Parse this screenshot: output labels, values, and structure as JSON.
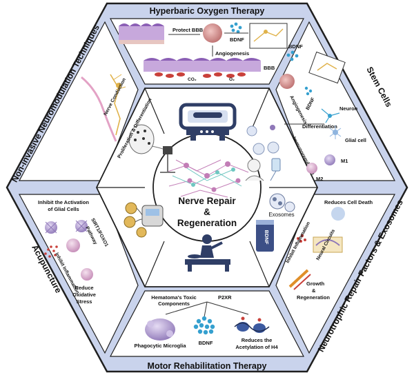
{
  "sections": {
    "top": {
      "title": "Hyperbaric Oxygen Therapy",
      "labels": {
        "protect_bbb": "Protect BBB",
        "bdnf": "BDNF",
        "angiogenesis": "Angiogenesis",
        "bbb": "BBB",
        "co2": "CO₂",
        "o2": "O₂"
      }
    },
    "upper_right": {
      "title": "Stem Cells",
      "labels": {
        "bdnf_top": "BDNF",
        "bdnf_mid": "BDNF",
        "angiogenesis": "Angiogenesis",
        "differentiation": "Differentiation",
        "neuron": "Neuron",
        "glial_cell": "Glial cell",
        "immunoregulation": "Immunoregulation",
        "m1": "M1",
        "m2": "M2"
      }
    },
    "lower_right": {
      "title": "Neurotrophic Repair Factors & Exosomes",
      "labels": {
        "reduces_cell_death": "Reduces Cell Death",
        "exosomes": "Exosomes",
        "bdnf": "BDNF",
        "inhibit_inflammation": "Inhibit Inflammation",
        "neural_circuits": "Neural Circuits",
        "growth": "Growth",
        "amp": "&",
        "regeneration": "Regeneration"
      }
    },
    "bottom": {
      "title": "Motor Rehabilitation Therapy",
      "labels": {
        "hematoma_line1": "Hematoma's Toxic",
        "hematoma_line2": "Components",
        "p2xr": "P2XR",
        "phagocytic_microglia": "Phagocytic Microglia",
        "bdnf": "BDNF",
        "acetylation_line1": "Reduces the",
        "acetylation_line2": "Acetylation of H4"
      }
    },
    "lower_left": {
      "title": "Acupuncture",
      "labels": {
        "inhibit_line1": "Inhibit the Activation",
        "inhibit_line2": "of Glial Cells",
        "sirt1_line1": "SIRT1/FOXO1",
        "sirt1_line2": "Pathway",
        "inhibit_inflammation": "Inhibit Inflammation",
        "reduce_line1": "Reduce",
        "reduce_line2": "Oxidative",
        "reduce_line3": "Stress"
      }
    },
    "upper_left": {
      "title": "Non-invasive Neuromodulation Techniques",
      "labels": {
        "nerve_conduction": "Nerve Conduction",
        "prolif": "Proliferation & Differentiation"
      }
    }
  },
  "center": {
    "line1": "Nerve Repair",
    "line2": "&",
    "line3": "Regeneration"
  },
  "colors": {
    "background_panel": "#c9d3ec",
    "outer_border": "#1f1f1f",
    "inner_panel": "#ffffff",
    "center_fill": "#ffffff",
    "icon_navy": "#2f3e66",
    "tissue_purple": "#9b7bc4",
    "rbc_red": "#c9403a",
    "cyan_dot": "#35a0cf",
    "cell_lilac": "#b9a6d9"
  }
}
